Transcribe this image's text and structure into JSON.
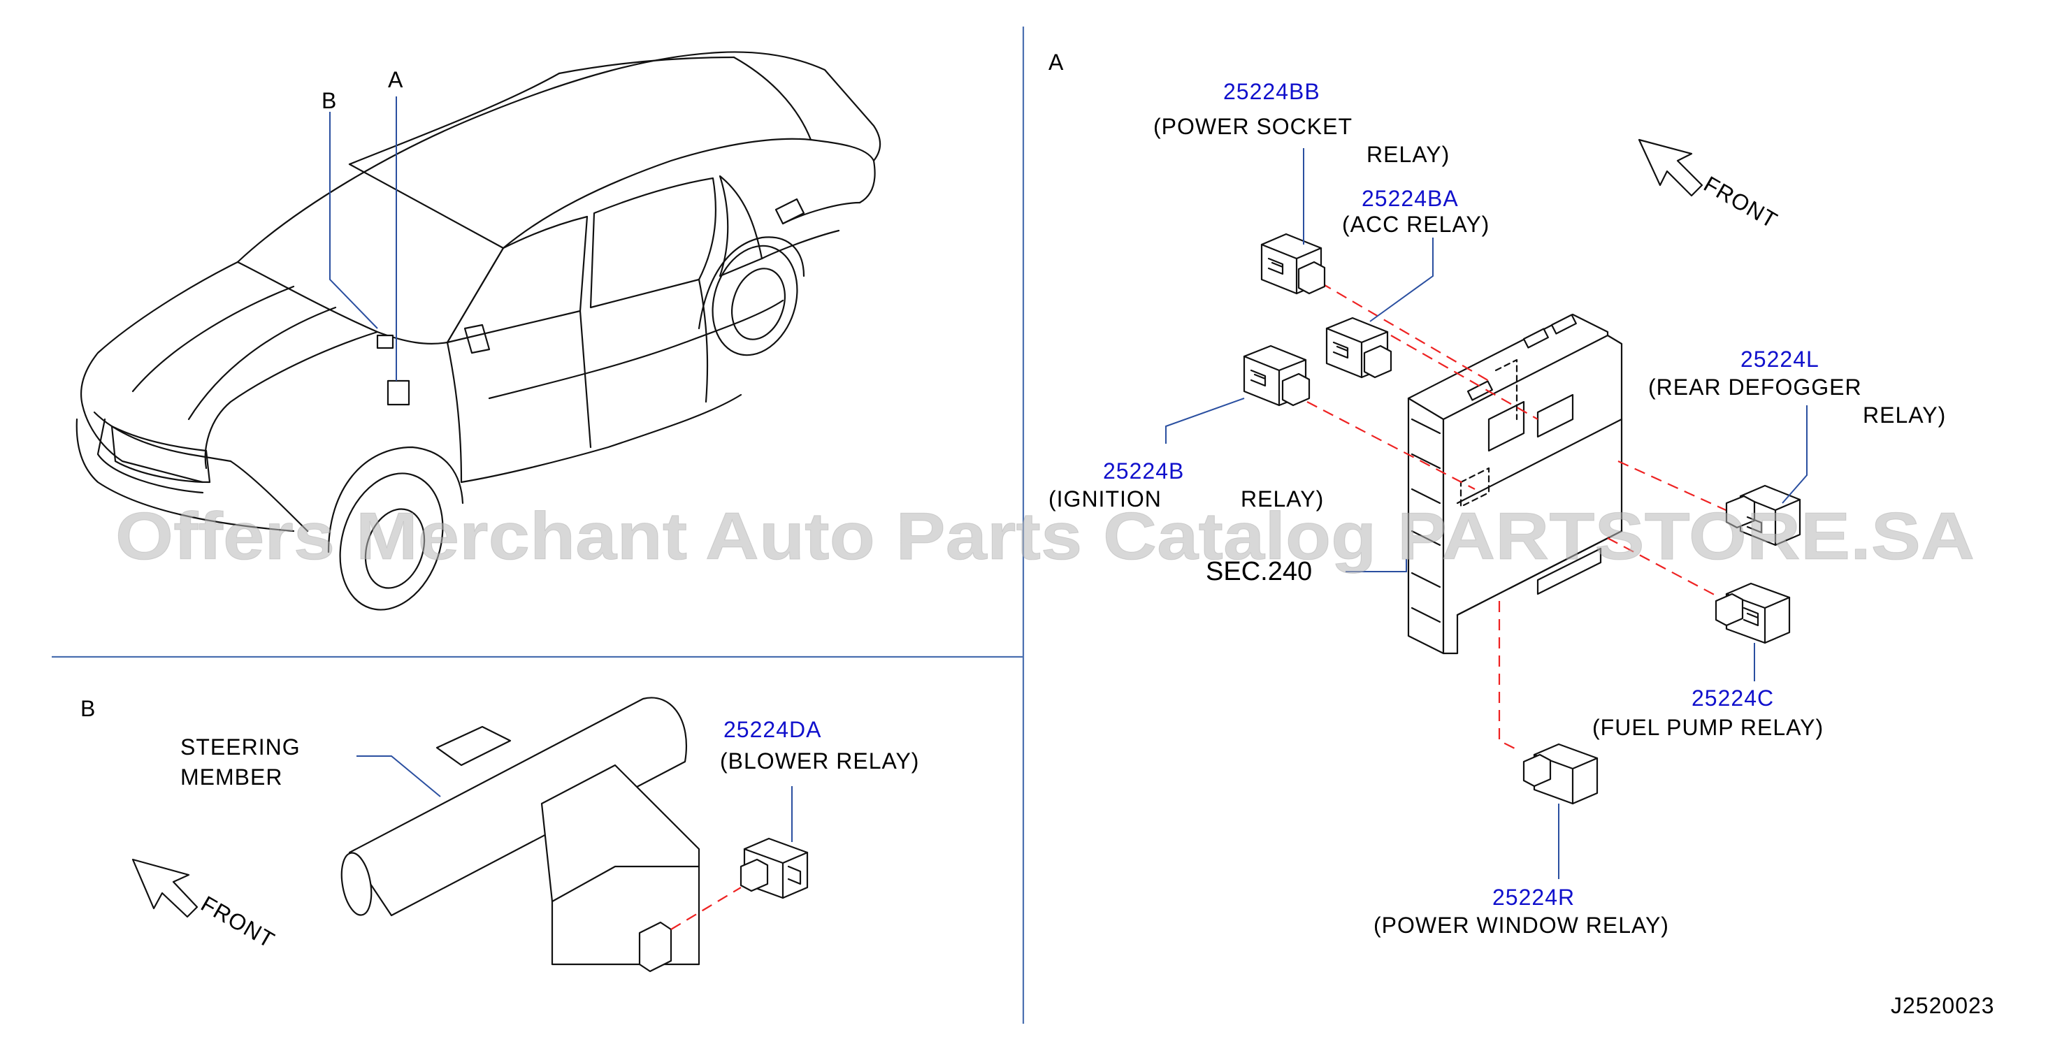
{
  "sections": {
    "a_label": "A",
    "b_label": "B"
  },
  "car_callouts": {
    "a": "A",
    "b": "B"
  },
  "parts": {
    "power_socket": {
      "number": "25224BB",
      "name_line1": "(POWER  SOCKET",
      "name_line2": "RELAY)"
    },
    "acc": {
      "number": "25224BA",
      "name": "(ACC  RELAY)"
    },
    "ignition": {
      "number": "25224B",
      "name_part1": "(IGNITION",
      "name_part2": "RELAY)"
    },
    "rear_defogger": {
      "number": "25224L",
      "name_line1": "(REAR  DEFOGGER",
      "name_line2": "RELAY)"
    },
    "fuel_pump": {
      "number": "25224C",
      "name": "(FUEL  PUMP  RELAY)"
    },
    "power_window": {
      "number": "25224R",
      "name": "(POWER  WINDOW  RELAY)"
    },
    "blower": {
      "number": "25224DA",
      "name": "(BLOWER  RELAY)"
    }
  },
  "sec_ref": "SEC.240",
  "front_labels": {
    "a": "FRONT",
    "b": "FRONT"
  },
  "steering_member": {
    "line1": "STEERING",
    "line2": "MEMBER"
  },
  "diagram_id": "J2520023",
  "watermark": "Offers Merchant Auto Parts Catalog PARTSTORE.SA",
  "colors": {
    "part_number": "#1010cc",
    "leader_line": "#2a4fa0",
    "connection_dash": "#e22222",
    "divider": "#4a6fb0"
  }
}
